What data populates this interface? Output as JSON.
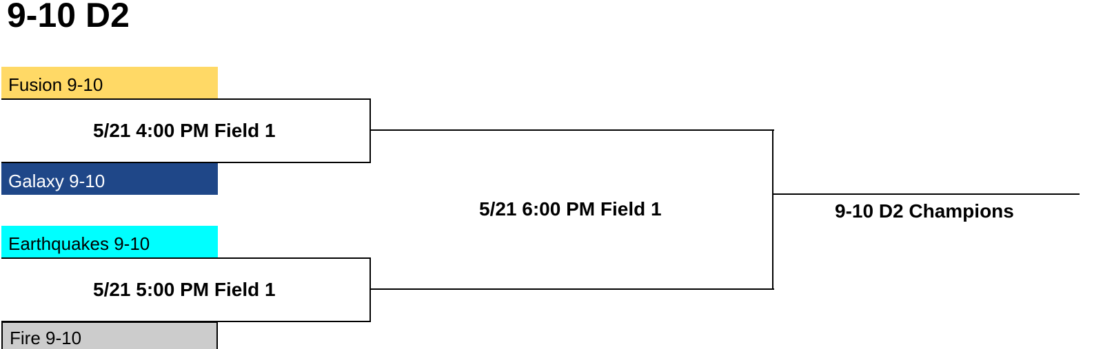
{
  "bracket": {
    "title": "9-10 D2",
    "teams": [
      {
        "name": "Fusion 9-10",
        "color": "#FFD966",
        "text_color": "#000000"
      },
      {
        "name": "Galaxy 9-10",
        "color": "#1F4788",
        "text_color": "#FFFFFF"
      },
      {
        "name": "Earthquakes 9-10",
        "color": "#00FFFF",
        "text_color": "#000000"
      },
      {
        "name": "Fire 9-10",
        "color": "#CCCCCC",
        "text_color": "#000000"
      }
    ],
    "games": [
      {
        "label": "5/21 4:00 PM Field 1"
      },
      {
        "label": "5/21 5:00 PM Field 1"
      },
      {
        "label": "5/21 6:00 PM Field 1"
      }
    ],
    "champion_label": "9-10 D2 Champions"
  }
}
